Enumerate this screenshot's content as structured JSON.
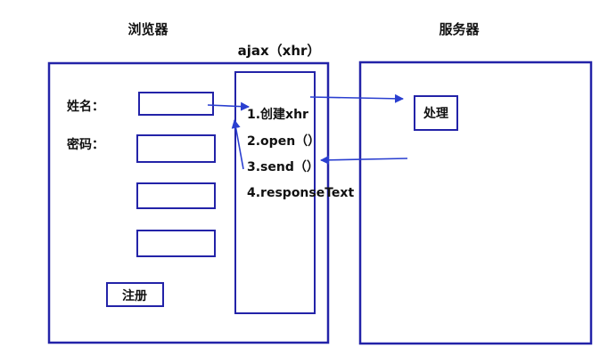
{
  "browser": {
    "heading": "浏览器",
    "name_label": "姓名：",
    "password_label": "密码：",
    "register_button": "注册"
  },
  "ajax": {
    "heading": "ajax（xhr）",
    "steps": [
      "1.创建xhr",
      "2.open（）",
      "3.send（）",
      "4.responseText"
    ]
  },
  "server": {
    "heading": "服务器",
    "process_label": "处理"
  },
  "colors": {
    "frame": "#2323a8",
    "arrow": "#2a3fd0"
  }
}
